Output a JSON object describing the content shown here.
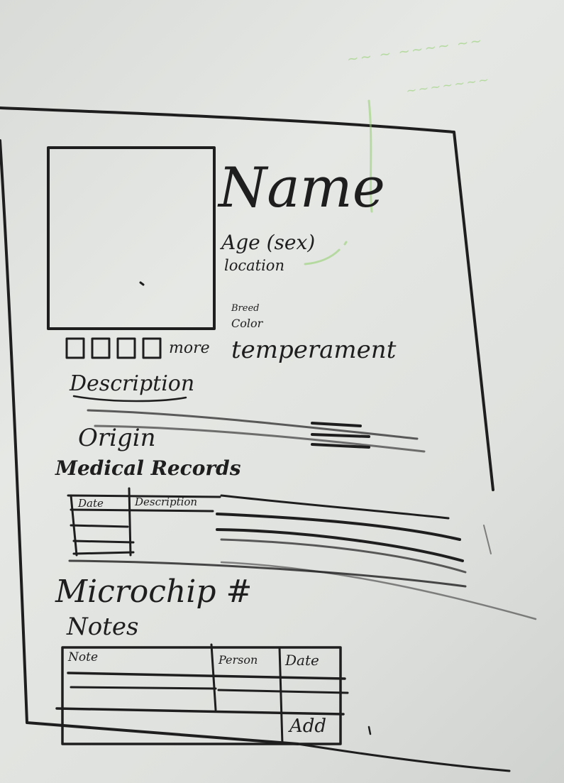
{
  "colors": {
    "whiteboard": "#e3e5e2",
    "marker": "#1e1e1e",
    "green_marker": "#8fd06a"
  },
  "profile": {
    "name": "Name",
    "age_sex": "Age (sex)",
    "location": "location",
    "breed": "Breed",
    "color": "Color",
    "more_label": "more",
    "temperament": "temperament"
  },
  "sections": {
    "description": "Description",
    "origin": "Origin",
    "medical_records": "Medical Records",
    "microchip": "Microchip #",
    "notes": "Notes"
  },
  "medical_table": {
    "headers": [
      "Date",
      "Description"
    ]
  },
  "notes_table": {
    "headers": [
      "Note",
      "Person",
      "Date"
    ],
    "add_label": "Add"
  }
}
